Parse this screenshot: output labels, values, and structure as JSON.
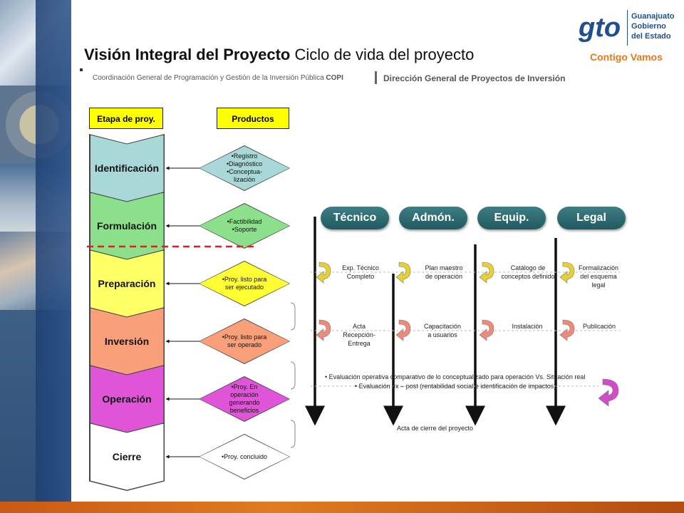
{
  "header": {
    "title_bold": "Visión  Integral del Proyecto",
    "title_rest": " Ciclo de vida del proyecto",
    "subtitle": "Coordinación General de Programación y Gestión de la Inversión Pública",
    "subtitle_tag": "COPI",
    "subtitle2": "Dirección General de Proyectos de Inversión"
  },
  "logo": {
    "mark": "gto",
    "line1": "Guanajuato",
    "line2": "Gobierno",
    "line3": "del Estado",
    "slogan": "Contigo Vamos",
    "brand_blue": "#1d4f91",
    "brand_orange": "#e07b20"
  },
  "diagram": {
    "stage_header": "Etapa de proy.",
    "products_header": "Productos",
    "header_color": "#ffff00",
    "stages": [
      {
        "label": "Identificación",
        "color": "#a8d8d8"
      },
      {
        "label": "Formulación",
        "color": "#8ce08c"
      },
      {
        "label": "Preparación",
        "color": "#ffff66"
      },
      {
        "label": "Inversión",
        "color": "#f9a07a"
      },
      {
        "label": "Operación",
        "color": "#e055d8"
      },
      {
        "label": "Cierre",
        "color": "#ffffff"
      }
    ],
    "products": [
      {
        "lines": [
          "•Registro",
          "•Diagnóstico",
          "•Conceptua-",
          "lización"
        ],
        "color": "#a8d8d8"
      },
      {
        "lines": [
          "•Factibilidad",
          "•Soporte"
        ],
        "color": "#8ce08c"
      },
      {
        "lines": [
          "•Proy. listo para",
          "ser ejecutado"
        ],
        "color": "#ffff33"
      },
      {
        "lines": [
          "•Proy. listo para",
          "ser operado"
        ],
        "color": "#f9a07a"
      },
      {
        "lines": [
          "•Proy. En",
          "operación",
          "generando",
          "beneficios"
        ],
        "color": "#e055d8"
      },
      {
        "lines": [
          "•Proy. concluido"
        ],
        "color": "#ffffff"
      }
    ],
    "areas": [
      "Técnico",
      "Admón.",
      "Equip.",
      "Legal"
    ],
    "row1_activities": [
      [
        "Exp. Técnico",
        "Completo"
      ],
      [
        "Plan maestro",
        "de operación"
      ],
      [
        "Catálogo de",
        "conceptos definido"
      ],
      [
        "Formalización",
        "del esquema",
        "legal"
      ]
    ],
    "row2_activities": [
      [
        "Acta",
        "Recepción-",
        "Entrega"
      ],
      [
        "Capacitación",
        "a usuarios"
      ],
      [
        "Instalación"
      ],
      [
        "Publicación"
      ]
    ],
    "evaluation_notes": [
      "•  Evaluación operativa comparativo de lo conceptualizado para operación Vs. Situación real",
      "•  Evaluación ex – post (rentabilidad social e identificación de impactos)"
    ],
    "closing_note": "Acta de cierre del proyecto",
    "cycle_arrow_colors": {
      "preparacion": "#e8d030",
      "inversion": "#f08a78",
      "operacion": "#d04cc8"
    },
    "cutoff_line_color": "#e02020"
  }
}
